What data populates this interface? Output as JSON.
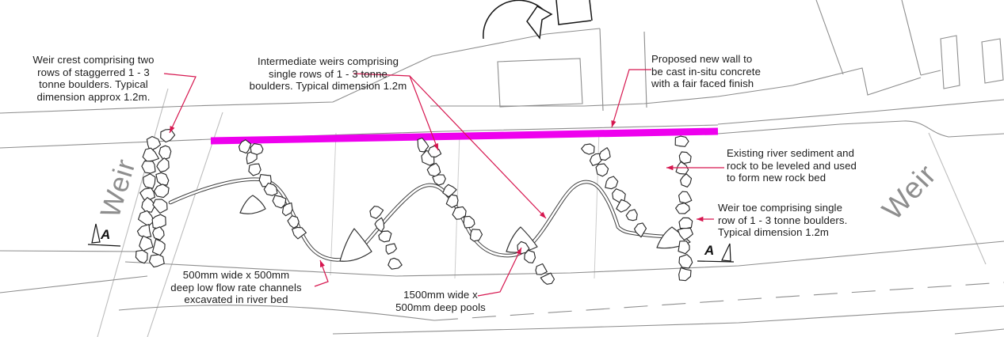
{
  "annotations": {
    "weir_crest": "Weir crest comprising two\nrows of staggerred 1 - 3\ntonne boulders. Typical\ndimension approx 1.2m.",
    "intermediate_weirs": "Intermediate weirs comprising\nsingle rows of 1 - 3 tonne\nboulders. Typical dimension 1.2m",
    "proposed_wall": "Proposed new wall to\nbe cast in-situ concrete\nwith a fair faced finish",
    "existing_sediment": "Existing river sediment and\nrock to be leveled and used\nto form new rock bed",
    "weir_toe": "Weir toe comprising single\nrow of 1 - 3 tonne boulders.\nTypical dimension 1.2m",
    "low_flow_channels": "500mm wide x 500mm\ndeep low flow rate channels\nexcavated in river bed",
    "pools": "1500mm wide x\n500mm deep pools"
  },
  "labels": {
    "weir_left": "Weir",
    "weir_right": "Weir",
    "section_marker_left": "A",
    "section_marker_right": "A"
  },
  "colors": {
    "proposed_wall": "#ee00ee",
    "leader": "#d6164f",
    "boundary_line": "#8d8d8d"
  }
}
